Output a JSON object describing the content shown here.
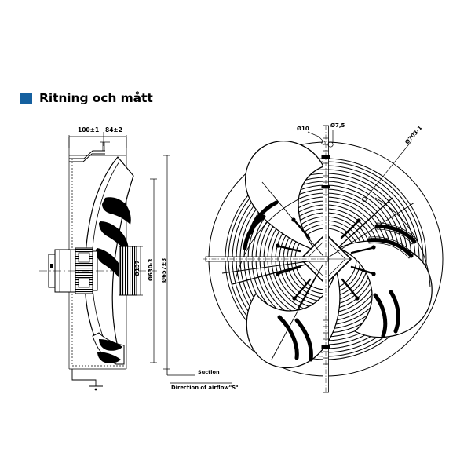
{
  "page": {
    "background_color": "#ffffff",
    "accent_color": "#15609f",
    "ink_color": "#000000"
  },
  "heading": {
    "bullet_icon": "blue-square-bullet",
    "title": "Ritning och mått"
  },
  "drawing": {
    "type": "technical-dimension-drawing",
    "subject": "axial fan with motor, wire guard and mounting frame",
    "views": [
      {
        "name": "side-view",
        "position": "left",
        "description": "side elevation of fan, motor housing and mounting frame"
      },
      {
        "name": "front-view",
        "position": "right",
        "description": "front elevation showing fan blades, wire guard rings and square hub"
      }
    ],
    "dimensions": {
      "side_top_left": "100±1",
      "side_top_right": "84±2",
      "motor_diameter": "Ø137",
      "impeller_diameter": "Ø630-3",
      "outer_diameter": "Ø657±3",
      "hole_large": "Ø10",
      "hole_small": "Ø7,5",
      "bolt_circle": "Ø703-1"
    },
    "annotations": {
      "suction": "Suction",
      "airflow": "Direction of airflow\"S\""
    }
  }
}
